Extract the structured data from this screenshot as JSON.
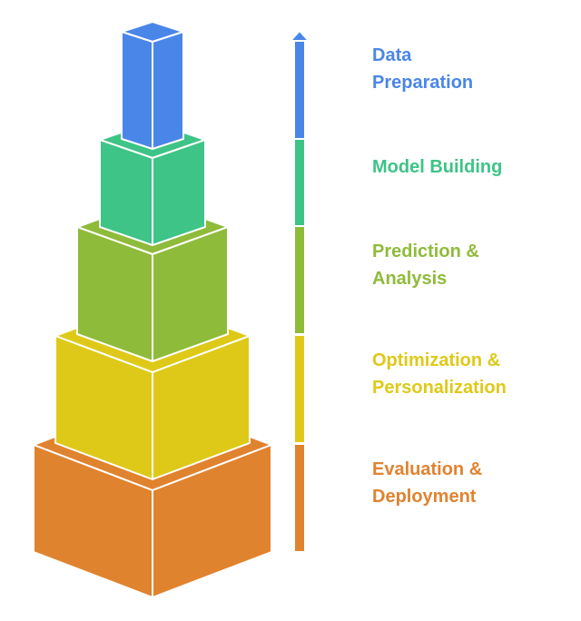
{
  "title": "Stacked stages pyramid",
  "stages": [
    {
      "label_line1": "Data",
      "label_line2": "Preparation",
      "color": "#4A86E8"
    },
    {
      "label_line1": "Model Building",
      "label_line2": "",
      "color": "#3DC486"
    },
    {
      "label_line1": "Prediction &",
      "label_line2": "Analysis",
      "color": "#8FBB3A"
    },
    {
      "label_line1": "Optimization &",
      "label_line2": "Personalization",
      "color": "#DFC918"
    },
    {
      "label_line1": "Evaluation &",
      "label_line2": "Deployment",
      "color": "#E0832F"
    }
  ]
}
